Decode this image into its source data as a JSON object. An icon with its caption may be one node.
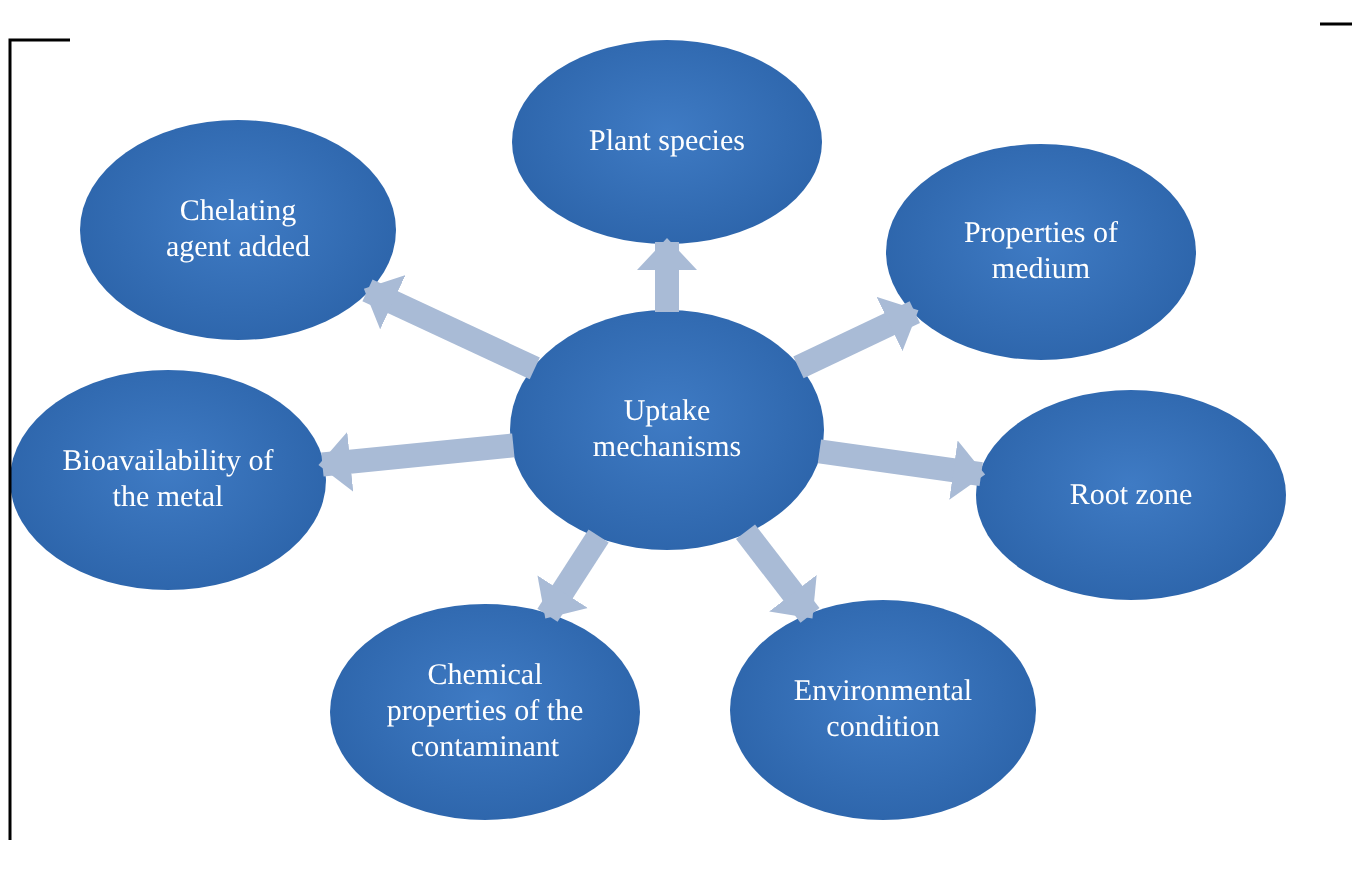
{
  "diagram": {
    "nodes": [
      {
        "text": [
          "Uptake mechanisms"
        ]
      },
      {
        "text": [
          "Plant species"
        ]
      },
      {
        "text": [
          "Properties of medium"
        ]
      },
      {
        "text": [
          "Root zone"
        ]
      },
      {
        "text": [
          "Environmental condition"
        ]
      },
      {
        "text": [
          "Chemical properties of the contaminant"
        ]
      },
      {
        "text": [
          "Bioavailability of the metal"
        ]
      },
      {
        "text": [
          "Chelating agent added"
        ]
      }
    ],
    "edges": [
      {
        "from": 0,
        "to": 1,
        "arrow": "to"
      },
      {
        "from": 0,
        "to": 2,
        "arrow": "to"
      },
      {
        "from": 0,
        "to": 3,
        "arrow": "to"
      },
      {
        "from": 0,
        "to": 4,
        "arrow": "to"
      },
      {
        "from": 0,
        "to": 5,
        "arrow": "to"
      },
      {
        "from": 0,
        "to": 6,
        "arrow": "to"
      },
      {
        "from": 0,
        "to": 7,
        "arrow": "to"
      }
    ]
  }
}
